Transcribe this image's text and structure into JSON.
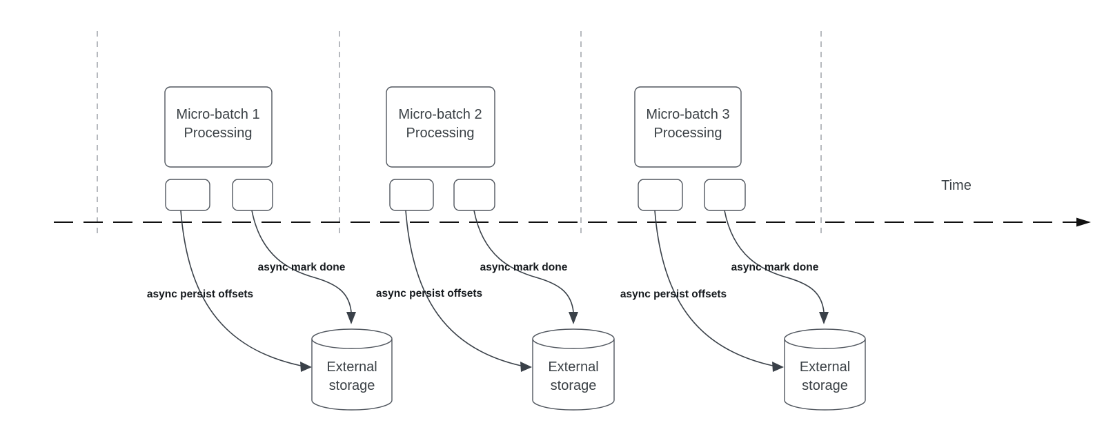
{
  "diagram": {
    "time_label": "Time",
    "groups": [
      {
        "title_line1": "Micro-batch 1",
        "title_line2": "Processing",
        "persist_label": "async persist offsets",
        "mark_label": "async mark done",
        "storage_line1": "External",
        "storage_line2": "storage"
      },
      {
        "title_line1": "Micro-batch 2",
        "title_line2": "Processing",
        "persist_label": "async persist offsets",
        "mark_label": "async mark done",
        "storage_line1": "External",
        "storage_line2": "storage"
      },
      {
        "title_line1": "Micro-batch 3",
        "title_line2": "Processing",
        "persist_label": "async persist offsets",
        "mark_label": "async mark done",
        "storage_line1": "External",
        "storage_line2": "storage"
      }
    ],
    "colors": {
      "box_border": "#50565e",
      "arrow": "#3a4149",
      "timeline": "#111111",
      "gridline": "#9da2a8",
      "box_text": "#3a4045",
      "label_text": "#15191d"
    }
  }
}
